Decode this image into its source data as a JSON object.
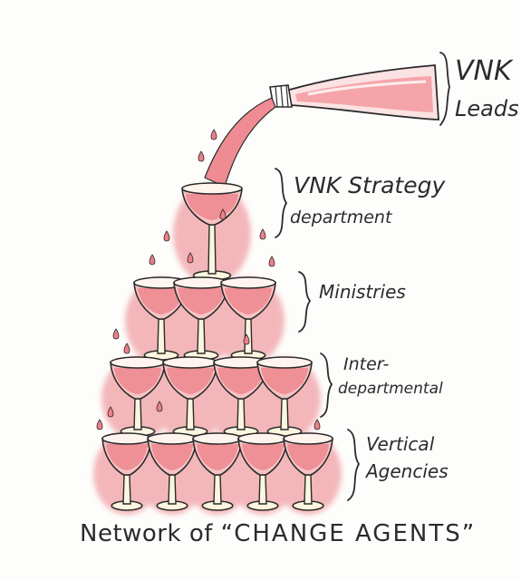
{
  "labels": {
    "vnk_line1": "VNK",
    "vnk_line2": "Leads",
    "strategy_line1": "VNK Strategy",
    "strategy_line2": "department",
    "ministries": "Ministries",
    "inter_line1": "Inter-",
    "inter_line2": "departmental",
    "vertical_line1": "Vertical",
    "vertical_line2": "Agencies"
  },
  "title": {
    "prefix": "Network of ",
    "emphasis": "“CHANGE AGENTS”"
  },
  "tower": {
    "levels": [
      {
        "name": "VNK Strategy department",
        "glasses": 1
      },
      {
        "name": "Ministries",
        "glasses": 3
      },
      {
        "name": "Inter-departmental",
        "glasses": 4
      },
      {
        "name": "Vertical Agencies",
        "glasses": 5
      }
    ]
  },
  "colors": {
    "wine": "#ec7f86",
    "wine_light": "#f6c3c5",
    "glass_cream": "#fcf6df",
    "ink": "#2b2b2b"
  }
}
